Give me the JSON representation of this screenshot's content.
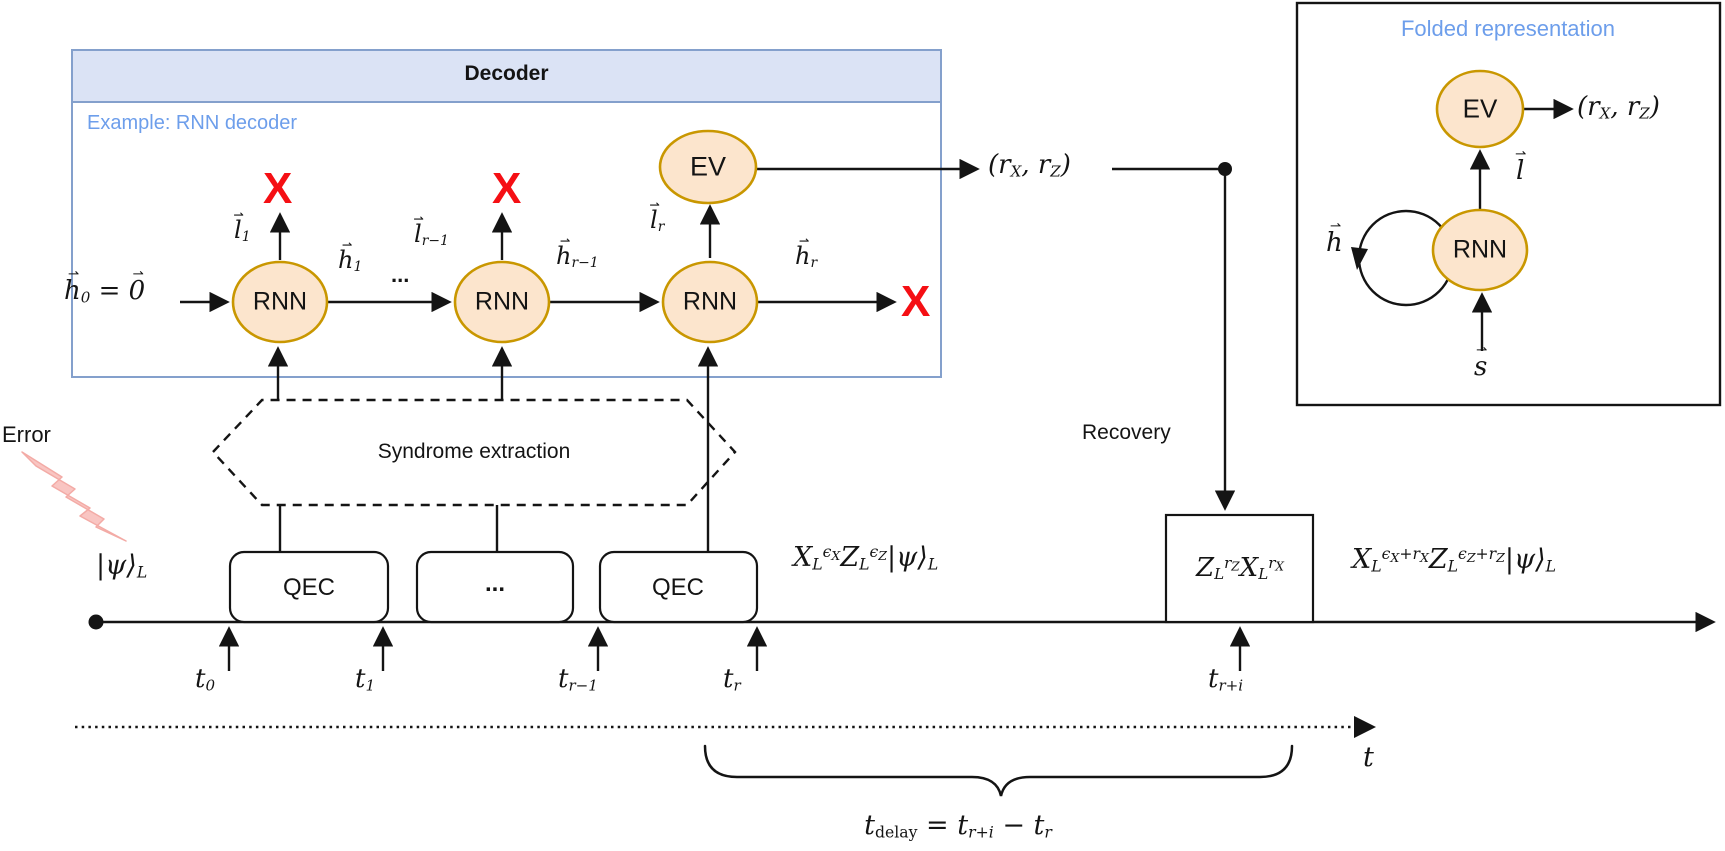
{
  "colors": {
    "accent-blue": "#6d9eeb",
    "box-blue": "#84a0cc",
    "header-fill": "#dbe3f5",
    "node-fill": "#fce5cd",
    "node-stroke": "#c99700",
    "x-red": "#f50f14",
    "bolt-fill": "#f9c5c2",
    "bolt-stroke": "#f3aba6"
  },
  "decoder": {
    "title": "Decoder",
    "subtitle": "Example: RNN decoder",
    "rnn_label": "RNN",
    "ev_label": "EV",
    "x_mark": "X",
    "h0": "\\vec{h}_{0} = \\vec{0}",
    "l1": "\\vec{l}_{1}",
    "h1": "\\vec{h}_{1}",
    "arrow_dots": "...",
    "l_rm1": "\\vec{l}_{r−1}",
    "h_rm1": "\\vec{h}_{r−1}",
    "l_r": "\\vec{l}_{r}",
    "h_r": "\\vec{h}_{r}"
  },
  "output": {
    "rxrz": "(r_{X}, r_{Z})",
    "recovery_label": "Recovery",
    "recovery_op": "Z_{L}^{r_{Z}}X_{L}^{r_{X}}"
  },
  "folded": {
    "title": "Folded representation",
    "ev_label": "EV",
    "rnn_label": "RNN",
    "rxrz": "(r_{X}, r_{Z})",
    "l": "\\vec{l}",
    "h": "\\vec{h}",
    "s": "\\vec{s}"
  },
  "timeline": {
    "error_label": "Error",
    "psi": "|ψ⟩_{L}",
    "syndrome_label": "Syndrome extraction",
    "qec_label_1": "QEC",
    "qec_dots": "...",
    "qec_label_2": "QEC",
    "state_mid": "X_{L}^{ϵ_{X}}Z_{L}^{ϵ_{Z}}|ψ⟩_{L}",
    "state_final": "X_{L}^{ϵ_{X}+r_{X}}Z_{L}^{ϵ_{Z}+r_{Z}}|ψ⟩_{L}",
    "t0": "t_{0}",
    "t1": "t_{1}",
    "t_rm1": "t_{r−1}",
    "t_r": "t_{r}",
    "t_ri": "t_{r+i}",
    "t_axis": "t",
    "t_delay": "t_{\\text{delay}} = t_{r+i} − t_{r}"
  }
}
